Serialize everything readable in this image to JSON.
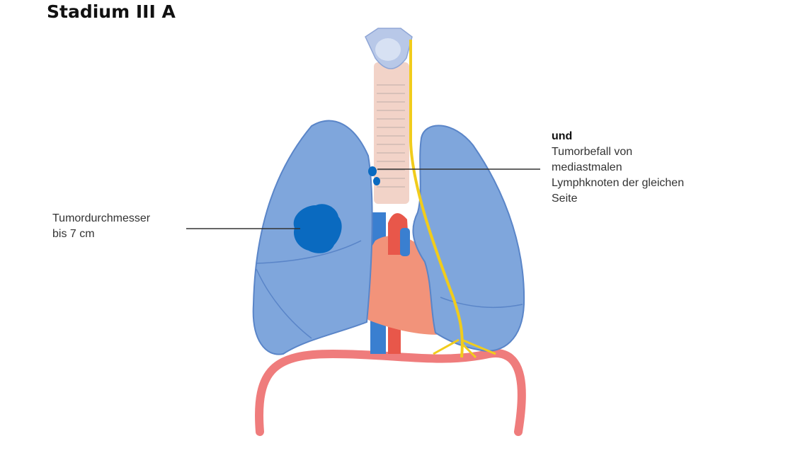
{
  "title": "Stadium III A",
  "label_left": {
    "line1": "Tumordurchmesser",
    "line2": "bis 7  cm"
  },
  "label_right": {
    "heading": "und",
    "line1": "Tumorbefall von",
    "line2": "mediastmalen",
    "line3": "Lymphknoten der gleichen",
    "line4": "Seite"
  },
  "colors": {
    "lung": "#7fa6dc",
    "lung_edge": "#5a85c8",
    "tumor": "#0a6ac0",
    "heart": "#f2937a",
    "artery": "#e8574a",
    "vein": "#3a7fd0",
    "nerve": "#f1cc1c",
    "diaphragm": "#ef7c7c",
    "trachea": "#f2d3c8"
  }
}
